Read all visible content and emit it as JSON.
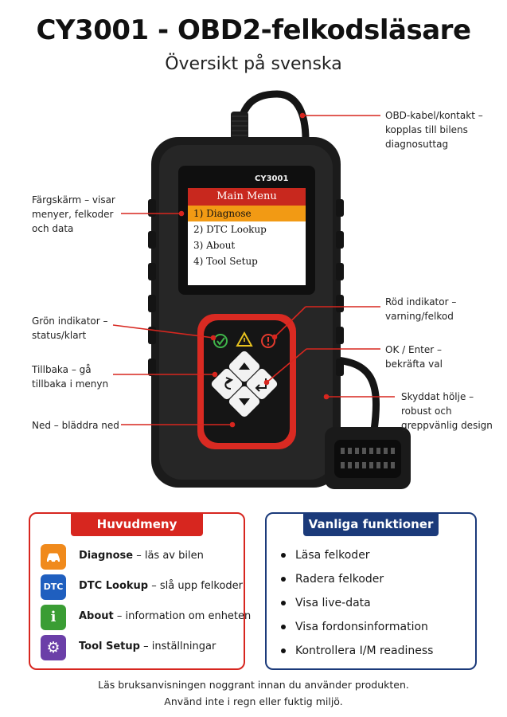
{
  "title": "CY3001 - OBD2-felkodsläsare",
  "subtitle": "Översikt på svenska",
  "device": {
    "model": "CY3001",
    "screen": {
      "menu_title": "Main Menu",
      "items": [
        "1) Diagnose",
        "2) DTC Lookup",
        "3) About",
        "4) Tool Setup"
      ]
    }
  },
  "callouts": {
    "cable": [
      "OBD-kabel/kontakt –",
      "kopplas till bilens",
      "diagnosuttag"
    ],
    "screen": [
      "Färgskärm – visar",
      "menyer, felkoder",
      "och data"
    ],
    "red_led": [
      "Röd indikator –",
      "varning/felkod"
    ],
    "green_led": [
      "Grön indikator –",
      "status/klart"
    ],
    "ok": [
      "OK / Enter –",
      "bekräfta val"
    ],
    "back": [
      "Tillbaka – gå",
      "tillbaka i menyn"
    ],
    "case": [
      "Skyddat hölje –",
      "robust och",
      "greppvänlig design"
    ],
    "down": [
      "Ned – bläddra ned"
    ]
  },
  "main_menu": {
    "heading": "Huvudmeny",
    "items": [
      {
        "name": "Diagnose",
        "desc": " – läs av bilen",
        "icon": "car-icon",
        "color": "#f08a1c"
      },
      {
        "name": "DTC Lookup",
        "desc": " – slå upp felkoder",
        "icon": "DTC",
        "color": "#1f5fbf"
      },
      {
        "name": "About",
        "desc": " – information om enheten",
        "icon": "info-icon",
        "color": "#3a9d34"
      },
      {
        "name": "Tool Setup",
        "desc": " – inställningar",
        "icon": "gear-icon",
        "color": "#6b3fa8"
      }
    ]
  },
  "functions": {
    "heading": "Vanliga funktioner",
    "items": [
      "Läsa felkoder",
      "Radera felkoder",
      "Visa live-data",
      "Visa fordonsinformation",
      "Kontrollera I/M readiness"
    ]
  },
  "footer": [
    "Läs bruksanvisningen noggrant innan du använder produkten.",
    "Använd inte i regn eller fuktig miljö."
  ],
  "colors": {
    "accent_red": "#d7261f",
    "accent_blue": "#1b3a7a",
    "selected": "#f29a14"
  }
}
